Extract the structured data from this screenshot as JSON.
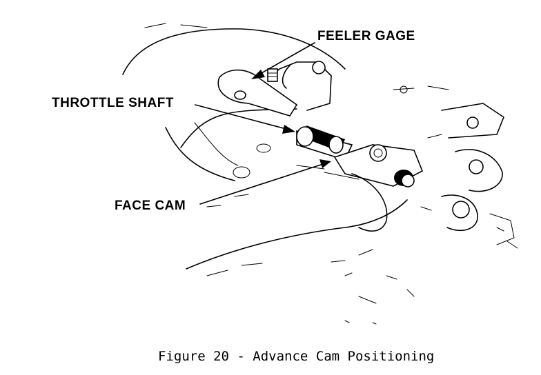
{
  "labels": {
    "feeler_gage": "FEELER GAGE",
    "throttle_shaft": "THROTTLE SHAFT",
    "face_cam": "FACE CAM"
  },
  "caption": "Figure 20 - Advance Cam Positioning"
}
